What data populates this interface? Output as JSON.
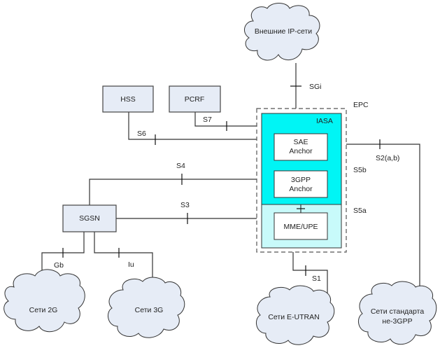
{
  "diagram": {
    "title": "EPC architecture",
    "colors": {
      "iasa_fill": "#00f5f5",
      "mme_region_fill": "#c8fafa",
      "node_fill": "#e6ecf6",
      "cloud_fill": "#e6ecf6",
      "line": "#333333"
    },
    "clouds": {
      "ext_ip": "Внешние IP-сети",
      "net_2g": "Сети 2G",
      "net_3g": "Сети 3G",
      "eutran": "Сети E-UTRAN",
      "non3gpp_line1": "Сети стандарта",
      "non3gpp_line2": "не-3GPP"
    },
    "nodes": {
      "hss": "HSS",
      "pcrf": "PCRF",
      "sgsn": "SGSN",
      "sae_line1": "SAE",
      "sae_line2": "Anchor",
      "gpp_line1": "3GPP",
      "gpp_line2": "Anchor",
      "mme": "MME/UPE"
    },
    "groups": {
      "epc": "EPC",
      "iasa": "IASA"
    },
    "interfaces": {
      "sgi": "SGi",
      "s6": "S6",
      "s7": "S7",
      "s4": "S4",
      "s3": "S3",
      "s5b": "S5b",
      "s5a": "S5a",
      "s2": "S2(a,b)",
      "s1": "S1",
      "gb": "Gb",
      "iu": "Iu"
    }
  }
}
